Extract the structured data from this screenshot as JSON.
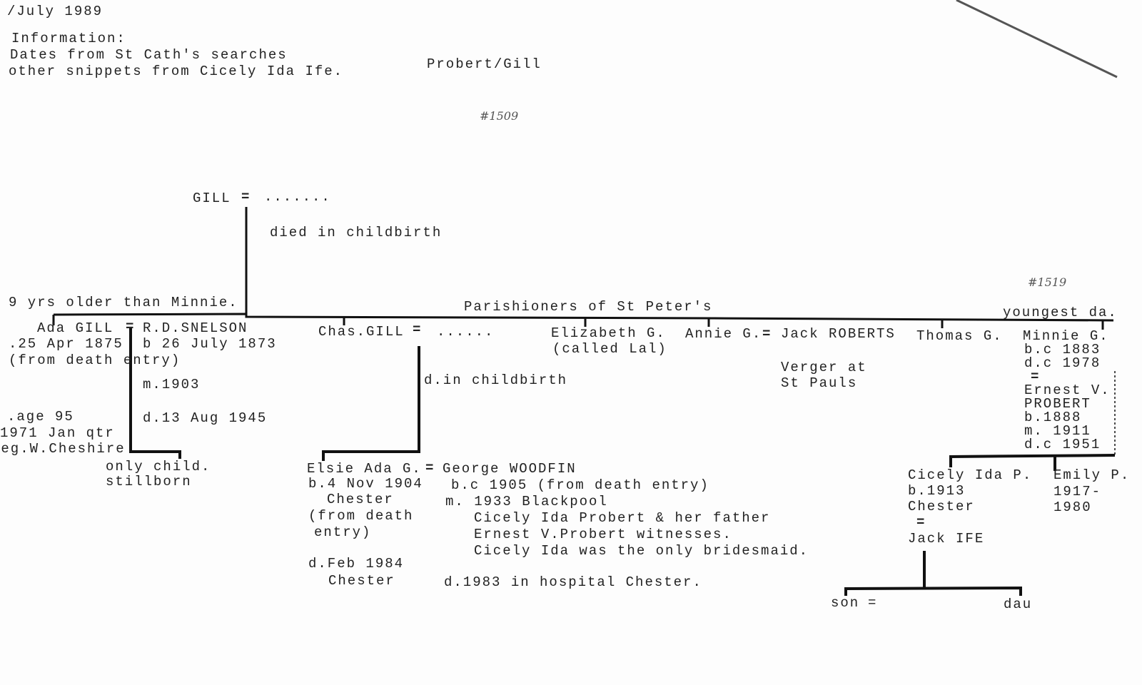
{
  "header": {
    "date": "/July 1989",
    "info_title": "Information:",
    "info_line1": "Dates from St Cath's searches",
    "info_line2": "other snippets from Cicely Ida Ife.",
    "family_title": "Probert/Gill",
    "ref_mark_1": "#1509",
    "ref_mark_2": "#1519"
  },
  "gen1": {
    "father": "GILL",
    "marriage_symbol": "=",
    "mother": ".......",
    "mother_note": "died in childbirth"
  },
  "siblings_note": "Parishioners of St Peter's",
  "ada": {
    "note": "9 yrs older than Minnie.",
    "name": "Ada GILL",
    "symbol": "=",
    "birth": ".25 Apr 1875",
    "birth_note": "(from death entry)",
    "death_age": ".age 95",
    "death_qtr": "1971 Jan qtr",
    "death_reg": "reg.W.Cheshire",
    "spouse": "R.D.SNELSON",
    "spouse_birth": "b 26 July 1873",
    "marriage": "m.1903",
    "spouse_death": "d.13 Aug 1945",
    "child_1": "only child.",
    "child_2": "stillborn"
  },
  "chas": {
    "name": "Chas.GILL",
    "symbol": "=",
    "spouse": "......",
    "spouse_note": "d.in childbirth"
  },
  "elsie": {
    "name": "Elsie Ada G.",
    "symbol": "=",
    "birth": "b.4 Nov 1904",
    "birth_place": "Chester",
    "birth_note_1": "(from death",
    "birth_note_2": "entry)",
    "death": "d.Feb 1984",
    "death_place": "Chester",
    "spouse": "George WOODFIN",
    "spouse_birth": "b.c 1905 (from death entry)",
    "marriage": "m. 1933 Blackpool",
    "note_1": "Cicely Ida Probert & her father",
    "note_2": "Ernest V.Probert witnesses.",
    "note_3": "Cicely Ida was the only bridesmaid.",
    "spouse_death": "d.1983 in hospital Chester."
  },
  "elizabeth": {
    "name": "Elizabeth G.",
    "note": "(called Lal)"
  },
  "annie": {
    "name": "Annie G.",
    "symbol": "=",
    "spouse": "Jack ROBERTS",
    "spouse_note_1": "Verger at",
    "spouse_note_2": "St Pauls"
  },
  "thomas": {
    "name": "Thomas G."
  },
  "minnie": {
    "note": "youngest da.",
    "name": "Minnie G.",
    "birth": "b.c 1883",
    "death": "d.c 1978",
    "symbol": "=",
    "spouse_1": "Ernest V.",
    "spouse_2": "PROBERT",
    "spouse_birth": "b.1888",
    "marriage": "m. 1911",
    "spouse_death": "d.c 1951"
  },
  "cicely": {
    "name": "Cicely Ida P.",
    "birth": "b.1913",
    "place": "Chester",
    "symbol": "=",
    "spouse": "Jack IFE"
  },
  "emily": {
    "name": "Emily P.",
    "years_1": "1917-",
    "years_2": "1980"
  },
  "gen4": {
    "son": "son",
    "symbol": "=",
    "dau": "dau"
  }
}
